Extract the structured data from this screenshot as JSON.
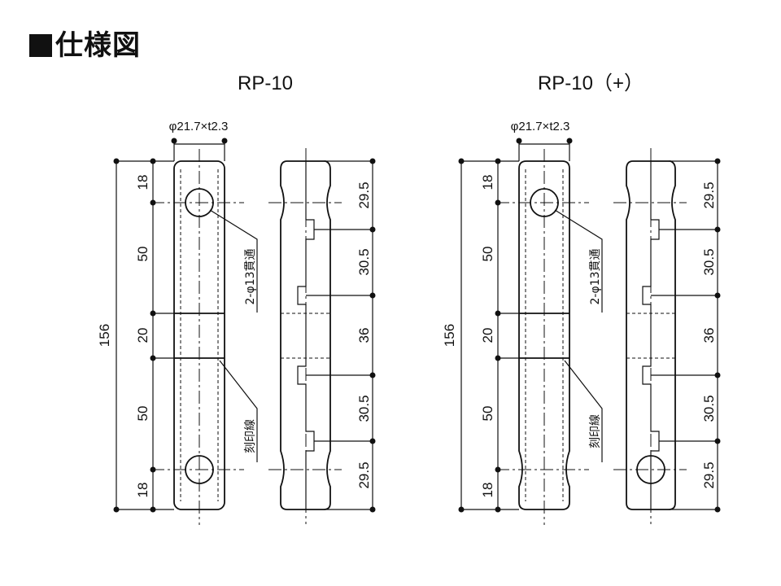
{
  "page_title": "仕様図",
  "models": [
    {
      "name": "RP-10",
      "dim_top": "φ21.7×t2.3",
      "dim_total": "156",
      "dims_left": [
        "18",
        "50",
        "20",
        "50",
        "18"
      ],
      "dims_right": [
        "29.5",
        "30.5",
        "36",
        "30.5",
        "29.5"
      ],
      "callout_hole": "2-φ13貫通",
      "callout_mark": "刻印線"
    },
    {
      "name": "RP-10（+）",
      "dim_top": "φ21.7×t2.3",
      "dim_total": "156",
      "dims_left": [
        "18",
        "50",
        "20",
        "50",
        "18"
      ],
      "dims_right": [
        "29.5",
        "30.5",
        "36",
        "30.5",
        "29.5"
      ],
      "callout_hole": "2-φ13貫通",
      "callout_mark": "刻印線"
    }
  ]
}
